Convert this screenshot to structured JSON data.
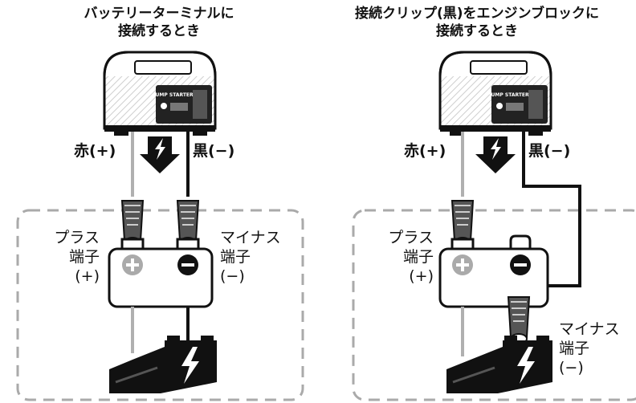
{
  "left": {
    "title_line1": "バッテリーターミナルに",
    "title_line2": "接続するとき",
    "red_label": "赤(+)",
    "black_label": "黒(−)",
    "plus_terminal": [
      "プラス",
      "端子",
      "(+)"
    ],
    "minus_terminal": [
      "マイナス",
      "端子",
      "(−)"
    ]
  },
  "right": {
    "title_line1": "接続クリップ(黒)をエンジンブロックに",
    "title_line2": "接続するとき",
    "red_label": "赤(+)",
    "black_label": "黒(−)",
    "plus_terminal": [
      "プラス",
      "端子",
      "(+)"
    ],
    "minus_terminal": [
      "マイナス",
      "端子",
      "(−)"
    ]
  },
  "device": {
    "brand_text": "JUMP STARTER"
  },
  "colors": {
    "red_cable": "#b0b0b0",
    "black_cable": "#111111",
    "dash": "#aaaaaa"
  }
}
